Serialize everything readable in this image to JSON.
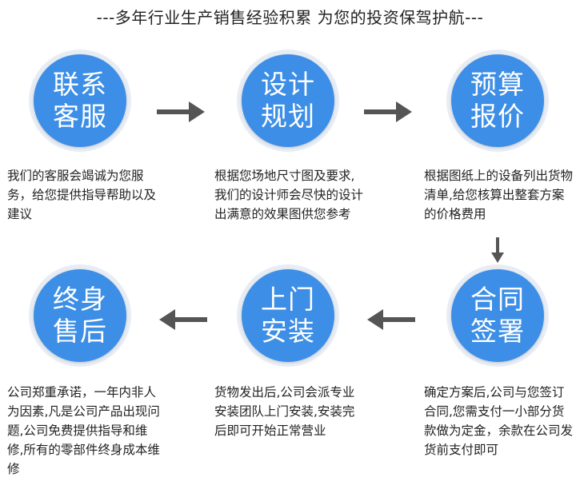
{
  "header": {
    "tagline": "---多年行业生产销售经验积累  为您的投资保驾护航---"
  },
  "colors": {
    "circle_fill": "#3c8ee6",
    "circle_ring": "#e8edf5",
    "arrow": "#555555"
  },
  "steps": [
    {
      "title_line1": "联系",
      "title_line2": "客服",
      "desc": "我们的客服会竭诚为您服务，给您提供指导帮助以及建议"
    },
    {
      "title_line1": "设计",
      "title_line2": "规划",
      "desc": "根据您场地尺寸图及要求,我们的设计师会尽快的设计出满意的效果图供您参考"
    },
    {
      "title_line1": "预算",
      "title_line2": "报价",
      "desc": "根据图纸上的设备列出货物清单,给您核算出整套方案的价格费用"
    },
    {
      "title_line1": "合同",
      "title_line2": "签署",
      "desc": "确定方案后,公司与您签订合同,您需支付一小部分货款做为定金，余款在公司发货前支付即可"
    },
    {
      "title_line1": "上门",
      "title_line2": "安装",
      "desc": "货物发出后,公司会派专业安装团队上门安装,安装完后即可开始正常营业"
    },
    {
      "title_line1": "终身",
      "title_line2": "售后",
      "desc": "公司郑重承诺，一年内非人为因素,凡是公司产品出现问题,公司免费提供指导和维修,所有的零部件终身成本维修"
    }
  ]
}
